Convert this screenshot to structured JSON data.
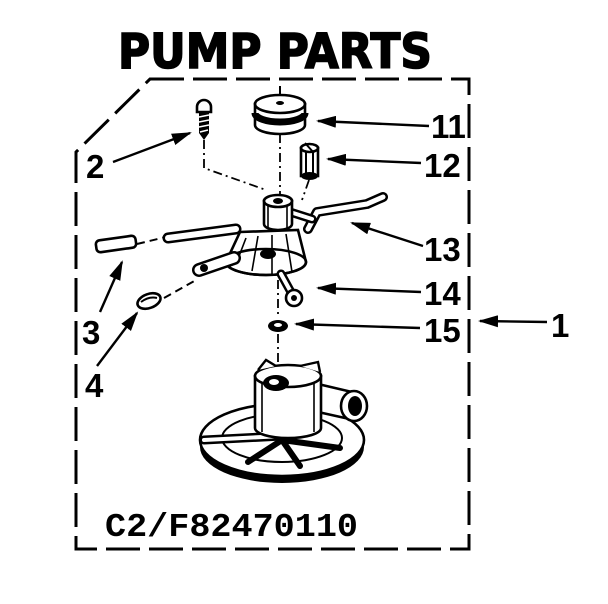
{
  "title": "PUMP PARTS",
  "diagram_code": "C2/F82470110",
  "callouts": {
    "c1": "1",
    "c2": "2",
    "c3": "3",
    "c4": "4",
    "c11": "11",
    "c12": "12",
    "c13": "13",
    "c14": "14",
    "c15": "15"
  },
  "colors": {
    "ink": "#000000",
    "paper": "#ffffff"
  }
}
